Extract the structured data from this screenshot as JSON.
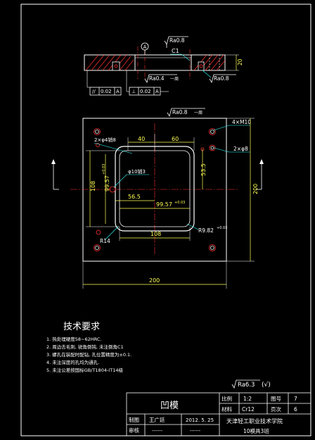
{
  "colors": {
    "background": "#000000",
    "outline": "#ffffff",
    "dimension": "#ffff55",
    "centerline": "#ff3333",
    "leader": "#33ffff",
    "hatch": "#ff3333"
  },
  "section_view": {
    "datum": "A",
    "roughness_top": "Ra0.8",
    "chamfer": "C1",
    "roughness_bore": "Ra0.4",
    "roughness_bore_suffix": "一周",
    "roughness_right": "Ra0.8",
    "thickness": "20",
    "tol_parallel_symbol": "//",
    "tol_parallel_value": "0.02",
    "tol_parallel_datum": "A",
    "tol_perp_symbol": "⊥",
    "tol_perp_value": "0.02",
    "tol_perp_datum": "A"
  },
  "plan_view": {
    "roughness_top": "Ra0.8",
    "roughness_top_suffix": "一周",
    "dim_40": "40",
    "dim_60": "60",
    "holes_4xm10": "4×M10",
    "holes_2xphi8": "2×φ8",
    "holes_2xphi4": "2×φ4销8",
    "phi10": "φ10销3",
    "dim_53_5": "53.5",
    "dim_108_left": "108",
    "dim_99_57_vert": "99.57",
    "dim_99_57_vert_tol": "+0.03",
    "dim_56_5": "56.5",
    "dim_99_57_horiz": "99.57",
    "dim_99_57_horiz_tol": "+0.03",
    "dim_108_bottom": "108",
    "r9": "R9.82",
    "r9_tol": "+0.03",
    "r14": "R14",
    "dim_200_right": "200",
    "dim_200_bottom": "200"
  },
  "tech_requirements": {
    "title": "技术要求",
    "items": [
      "1. 热处理硬度58~62HRC.",
      "2. 周边去毛刺, 锐角倒钝, 未注倒角C1",
      "3. 螺孔在装配时配钻, 孔位置精度为±0.1.",
      "4. 未注深度的孔均为通孔.",
      "5. 未注公差按国标GB/T1804-IT14级"
    ]
  },
  "surface_roughness_note": {
    "value": "Ra6.3",
    "symbol": "(√)"
  },
  "title_block": {
    "part_name": "凹模",
    "scale_label": "比例",
    "scale_value": "1:2",
    "drawing_no_label": "图号",
    "drawing_no_value": "7",
    "material_label": "材料",
    "material_value": "Cr12",
    "page_label": "页次",
    "page_value": "6",
    "drawn_label": "制图",
    "drawn_name": "王广廷",
    "drawn_date": "2012. 5. 25",
    "checked_label": "审核",
    "checked_name": "------",
    "checked_date": "------",
    "school": "天津轻工职业技术学院",
    "class": "10模具3班"
  }
}
